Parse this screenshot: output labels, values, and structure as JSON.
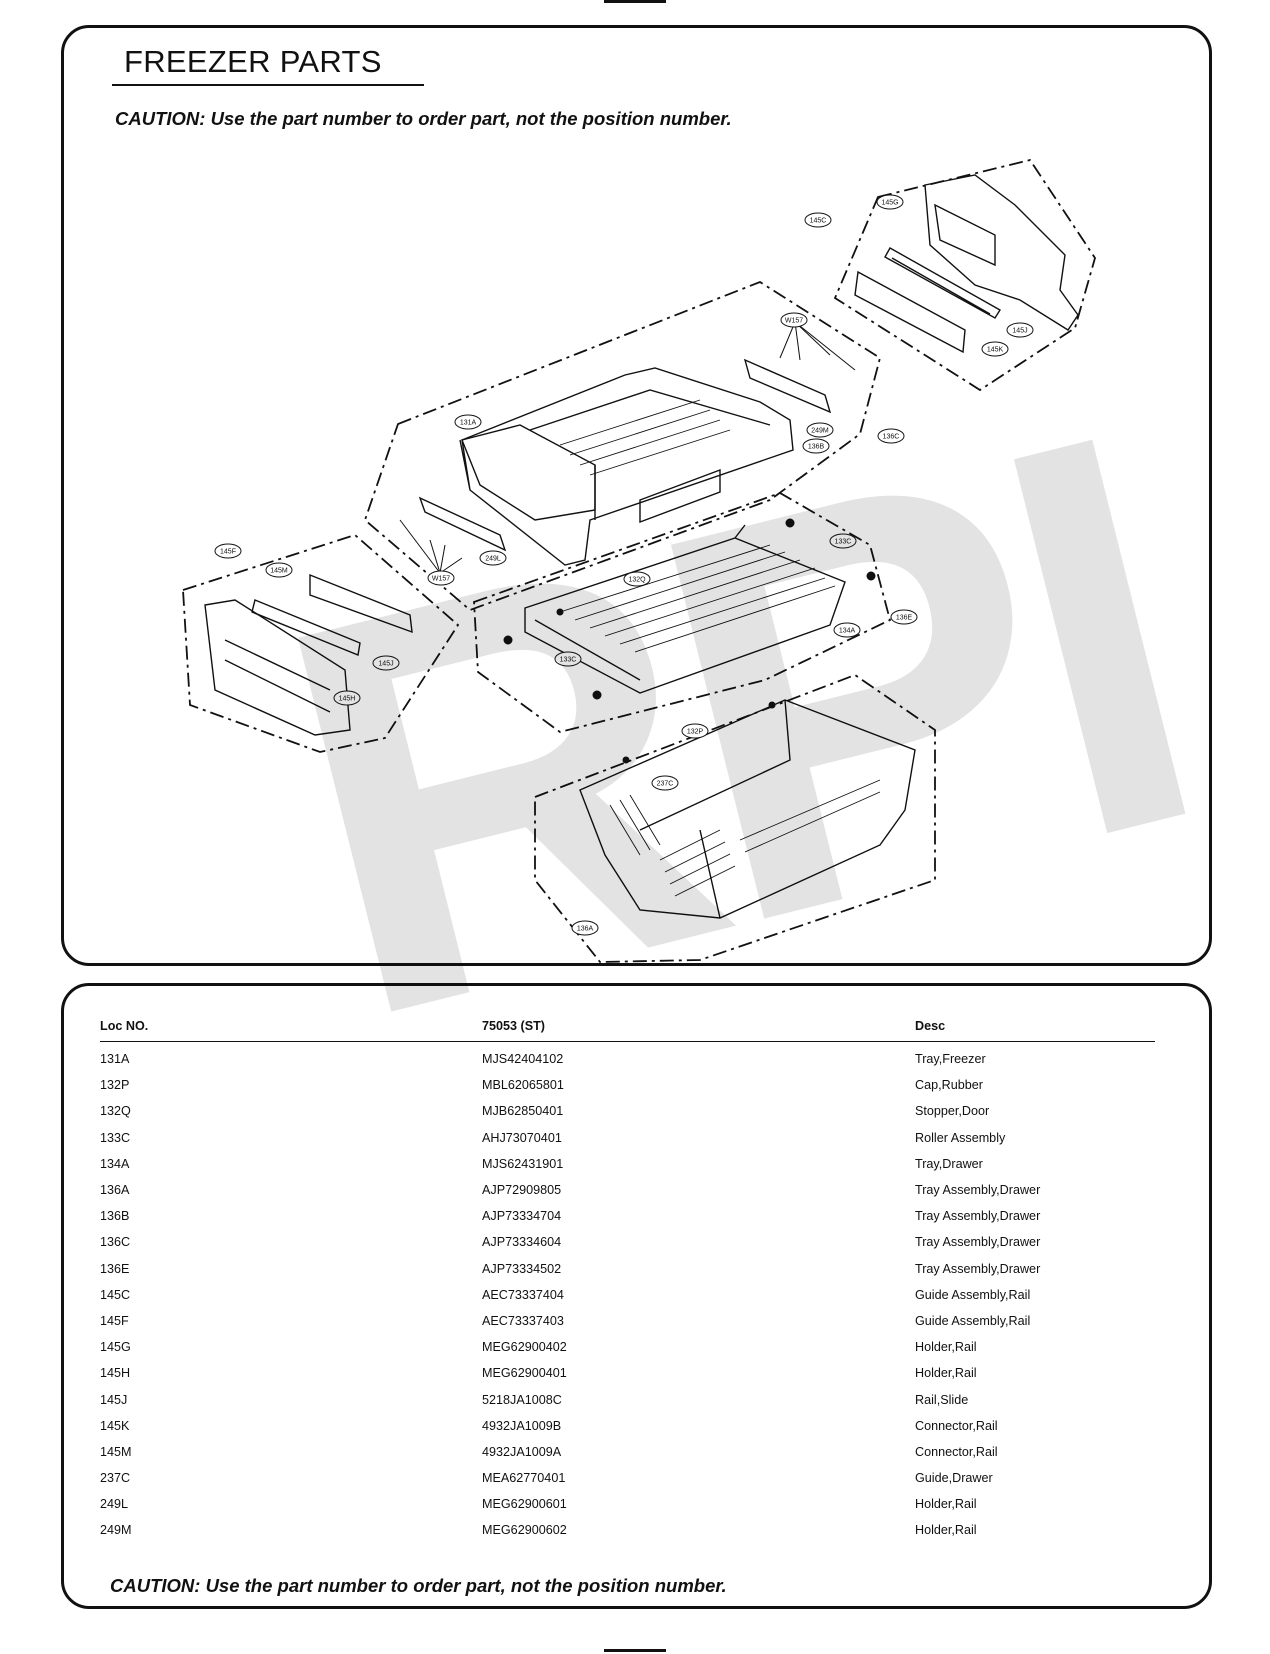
{
  "page": {
    "title": "FREEZER PARTS",
    "caution": "CAUTION: Use the part number to order part, not the position number.",
    "watermark": "RPI"
  },
  "diagram": {
    "callouts": [
      {
        "id": "145C",
        "label": "145C"
      },
      {
        "id": "145G",
        "label": "145G"
      },
      {
        "id": "145J_r",
        "label": "145J"
      },
      {
        "id": "145K",
        "label": "145K"
      },
      {
        "id": "W157_t",
        "label": "W157"
      },
      {
        "id": "131A",
        "label": "131A"
      },
      {
        "id": "249M",
        "label": "249M"
      },
      {
        "id": "136B",
        "label": "136B"
      },
      {
        "id": "136C",
        "label": "136C"
      },
      {
        "id": "249L",
        "label": "249L"
      },
      {
        "id": "W157_b",
        "label": "W157"
      },
      {
        "id": "145F",
        "label": "145F"
      },
      {
        "id": "145M",
        "label": "145M"
      },
      {
        "id": "145J_l",
        "label": "145J"
      },
      {
        "id": "145H",
        "label": "145H"
      },
      {
        "id": "133C_t",
        "label": "133C"
      },
      {
        "id": "132Q",
        "label": "132Q"
      },
      {
        "id": "136E",
        "label": "136E"
      },
      {
        "id": "134A",
        "label": "134A"
      },
      {
        "id": "133C_b",
        "label": "133C"
      },
      {
        "id": "132P",
        "label": "132P"
      },
      {
        "id": "237C",
        "label": "237C"
      },
      {
        "id": "136A",
        "label": "136A"
      }
    ]
  },
  "table": {
    "headers": [
      "Loc NO.",
      "75053 (ST)",
      "Desc"
    ],
    "rows": [
      [
        "131A",
        "MJS42404102",
        "Tray,Freezer"
      ],
      [
        "132P",
        "MBL62065801",
        "Cap,Rubber"
      ],
      [
        "132Q",
        "MJB62850401",
        "Stopper,Door"
      ],
      [
        "133C",
        "AHJ73070401",
        "Roller Assembly"
      ],
      [
        "134A",
        "MJS62431901",
        "Tray,Drawer"
      ],
      [
        "136A",
        "AJP72909805",
        "Tray Assembly,Drawer"
      ],
      [
        "136B",
        "AJP73334704",
        "Tray Assembly,Drawer"
      ],
      [
        "136C",
        "AJP73334604",
        "Tray Assembly,Drawer"
      ],
      [
        "136E",
        "AJP73334502",
        "Tray Assembly,Drawer"
      ],
      [
        "145C",
        "AEC73337404",
        "Guide Assembly,Rail"
      ],
      [
        "145F",
        "AEC73337403",
        "Guide Assembly,Rail"
      ],
      [
        "145G",
        "MEG62900402",
        "Holder,Rail"
      ],
      [
        "145H",
        "MEG62900401",
        "Holder,Rail"
      ],
      [
        "145J",
        "5218JA1008C",
        "Rail,Slide"
      ],
      [
        "145K",
        "4932JA1009B",
        "Connector,Rail"
      ],
      [
        "145M",
        "4932JA1009A",
        "Connector,Rail"
      ],
      [
        "237C",
        "MEA62770401",
        "Guide,Drawer"
      ],
      [
        "249L",
        "MEG62900601",
        "Holder,Rail"
      ],
      [
        "249M",
        "MEG62900602",
        "Holder,Rail"
      ]
    ]
  }
}
